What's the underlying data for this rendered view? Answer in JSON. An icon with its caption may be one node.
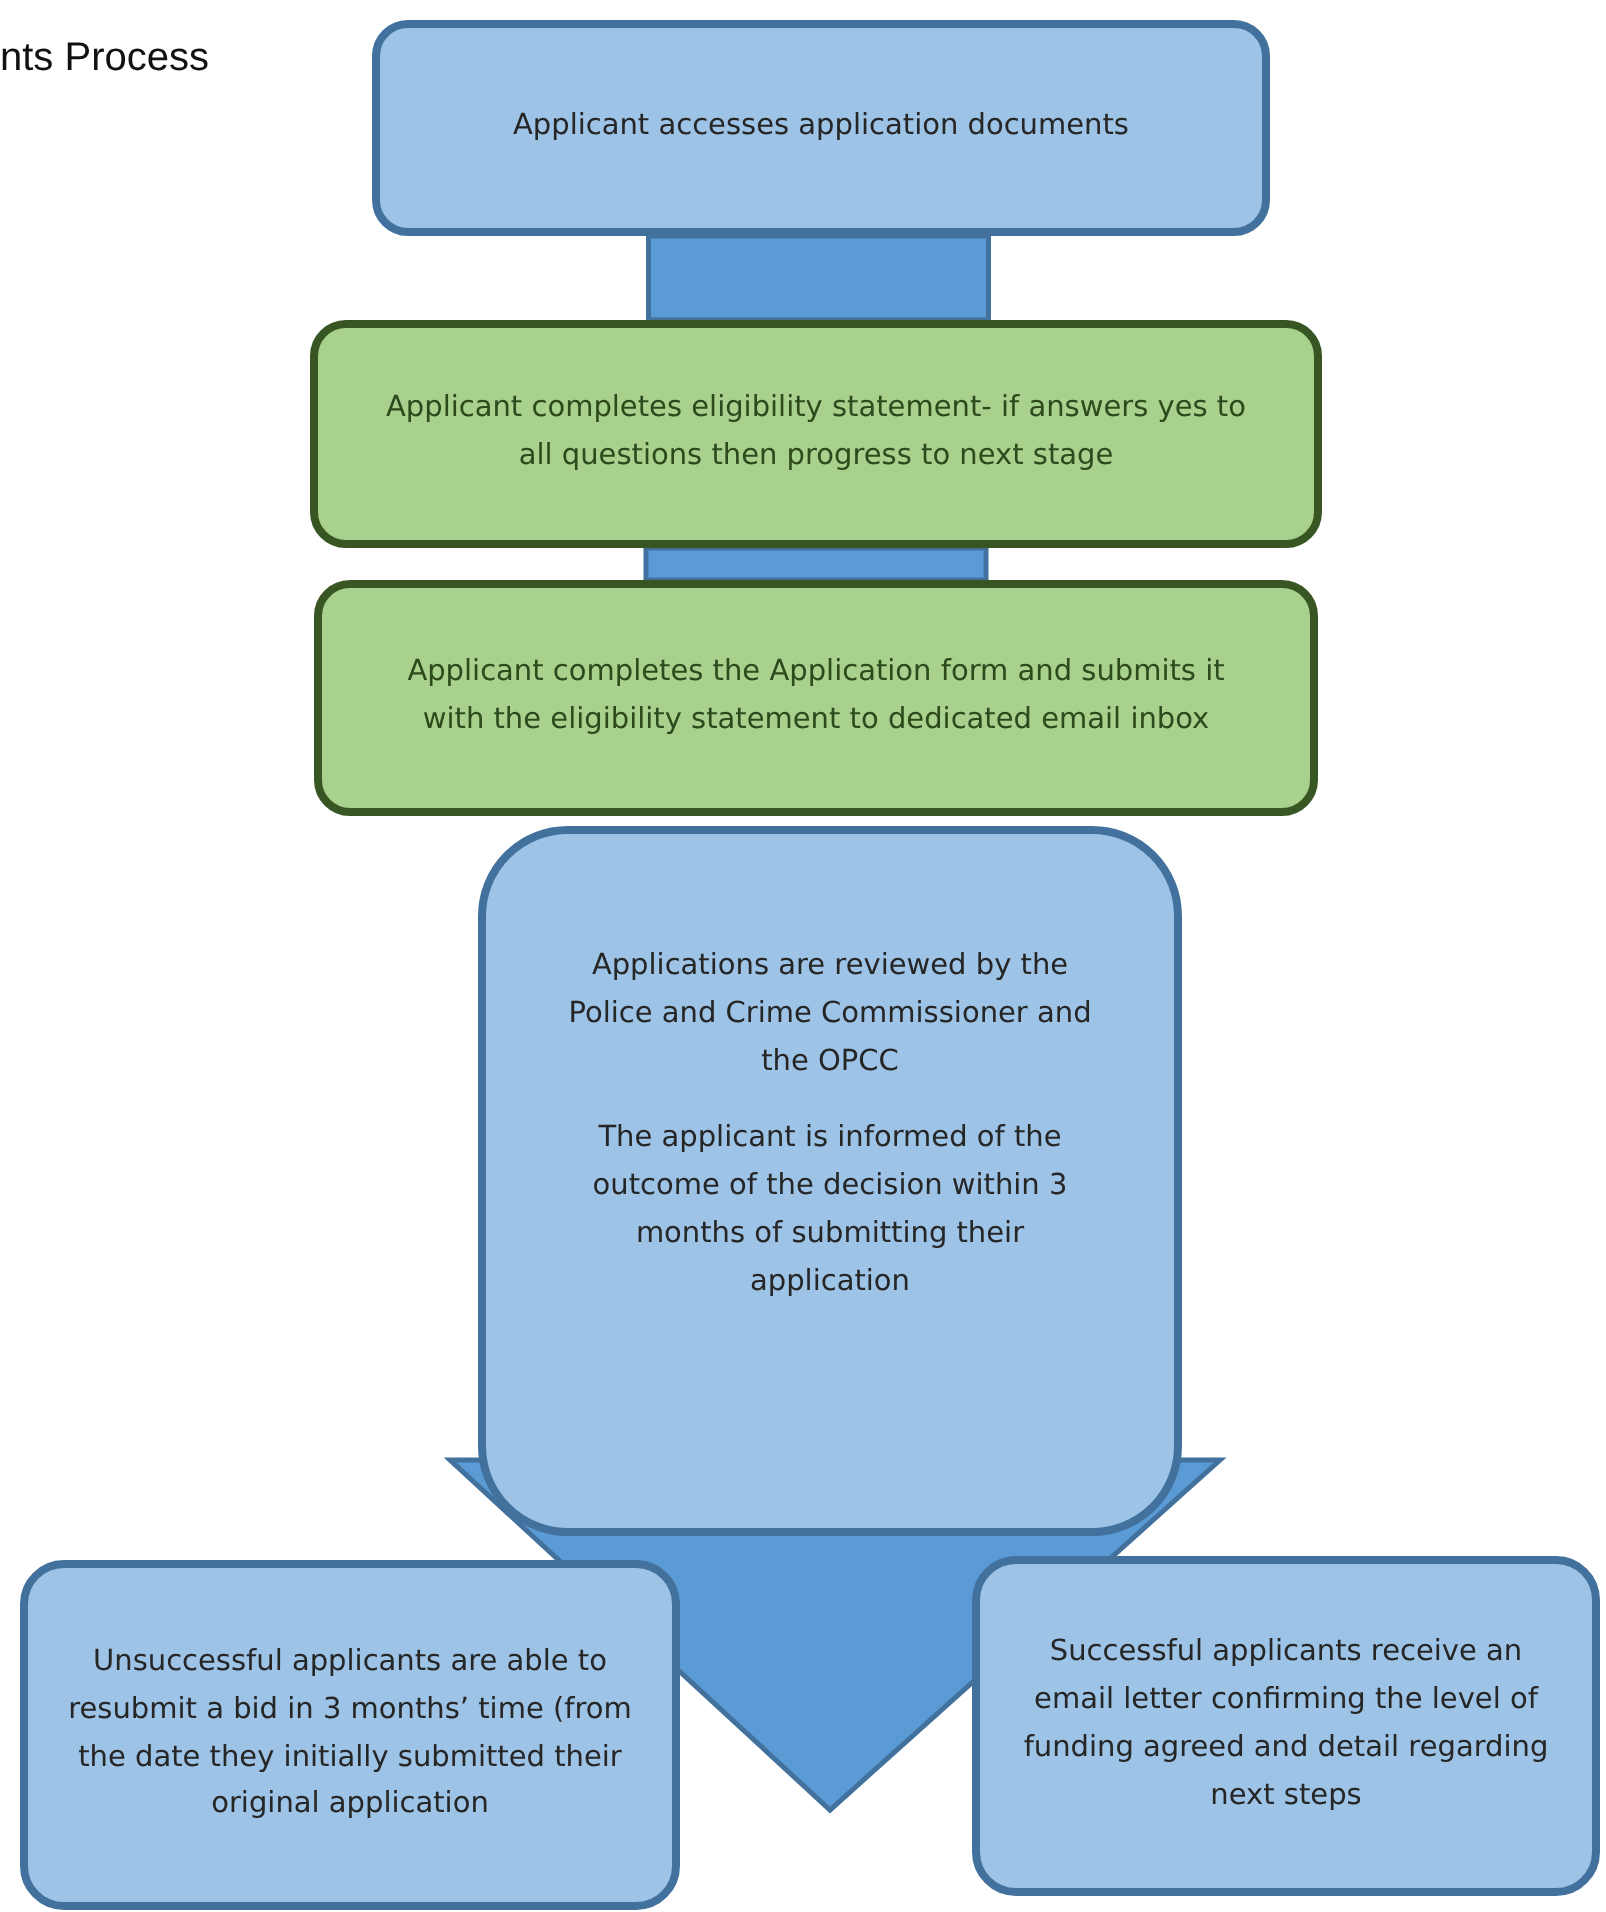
{
  "diagram": {
    "title": "nts Process",
    "nodes": [
      {
        "text": [
          "Applicant accesses application documents"
        ]
      },
      {
        "text": [
          "Applicant completes eligibility statement- if answers yes to all questions then progress to next stage"
        ]
      },
      {
        "text": [
          "Applicant completes the Application form and submits it with the eligibility statement to dedicated email inbox"
        ]
      },
      {
        "text": [
          "Applications are reviewed by the Police and Crime Commissioner and the OPCC",
          "The applicant is informed of the outcome of the decision within 3 months of submitting their application"
        ]
      },
      {
        "text": [
          "Unsuccessful applicants are able to resubmit a bid in 3 months’ time (from the date they initially submitted their original application"
        ]
      },
      {
        "text": [
          "Successful applicants receive an email letter confirming the level of funding agreed and detail regarding next steps"
        ]
      }
    ],
    "edges": [
      {
        "from": 0,
        "to": 1,
        "arrow": "none",
        "style": "thick"
      },
      {
        "from": 1,
        "to": 2,
        "arrow": "none",
        "style": "thick"
      },
      {
        "from": 3,
        "to": null,
        "arrow": "to",
        "style": "thick"
      }
    ]
  }
}
